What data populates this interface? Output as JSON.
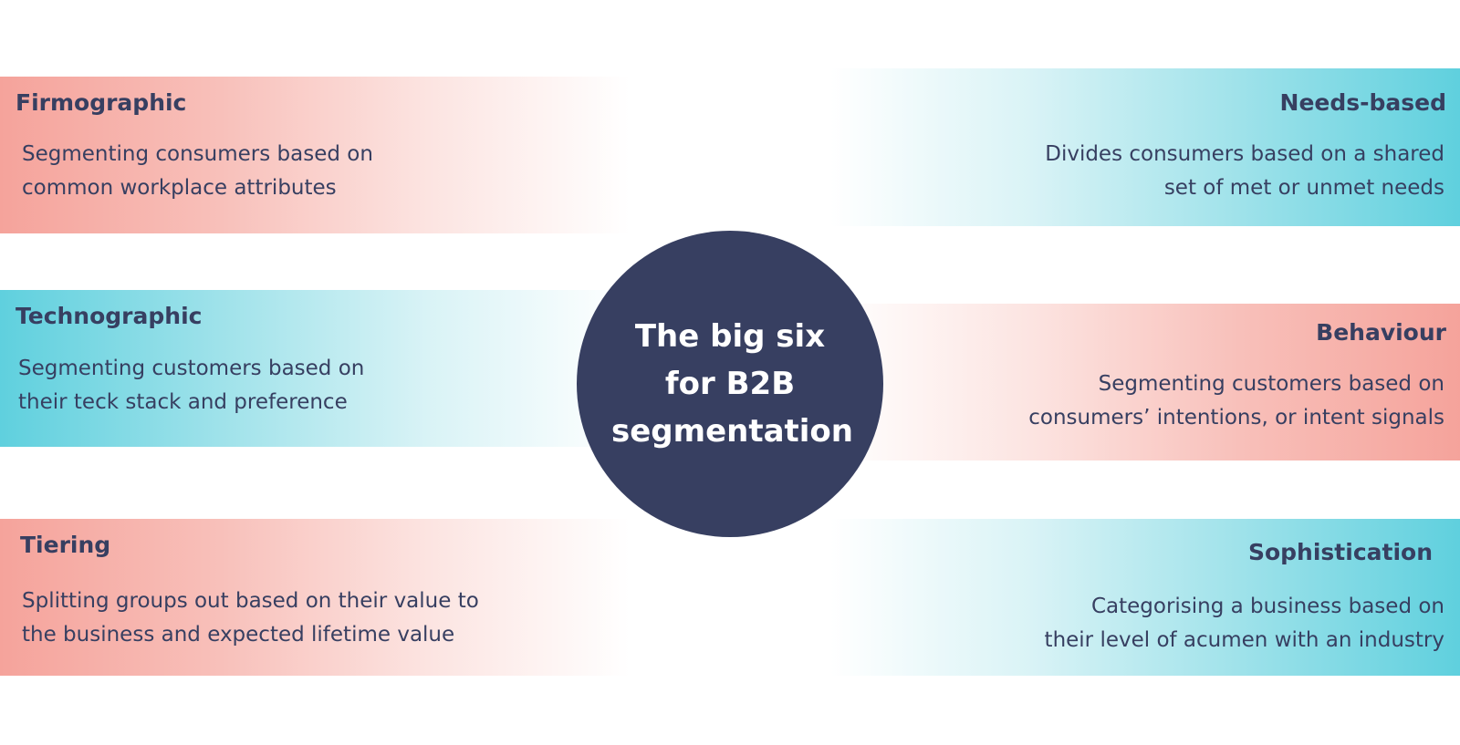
{
  "center": {
    "title": "The big six\nfor B2B\nsegmentation"
  },
  "segments": [
    {
      "title": "Firmographic",
      "description": "Segmenting consumers based on\ncommon workplace attributes",
      "color": "#f5a39b"
    },
    {
      "title": "Technographic",
      "description": "Segmenting customers based on\ntheir teck stack and preference",
      "color": "#5fd0de"
    },
    {
      "title": "Tiering",
      "description": "Splitting groups out based on their value to\nthe business and expected lifetime value",
      "color": "#f5a39b"
    },
    {
      "title": "Needs-based",
      "description": "Divides consumers based on a shared\nset of met or unmet needs",
      "color": "#5fd0de"
    },
    {
      "title": "Behaviour",
      "description": "Segmenting customers based on\nconsumers’ intentions, or intent signals",
      "color": "#f5a39b"
    },
    {
      "title": "Sophistication",
      "description": "Categorising a business based on\ntheir level of acumen with an industry",
      "color": "#5fd0de"
    }
  ],
  "colors": {
    "navy": "#373f61",
    "coral": "#f5a39b",
    "cyan": "#5fd0de"
  }
}
